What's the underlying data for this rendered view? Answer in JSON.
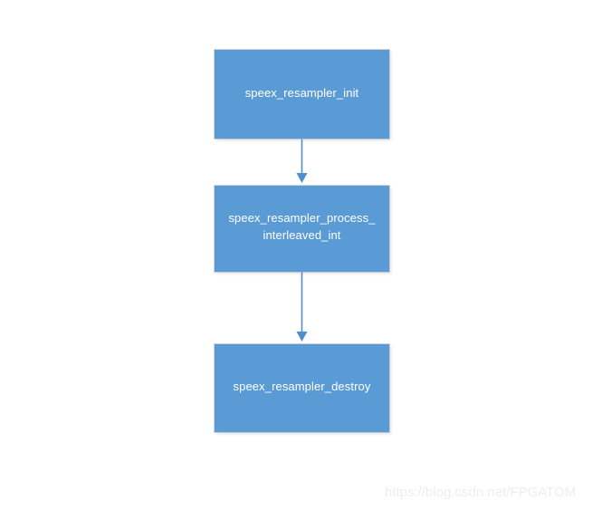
{
  "diagram": {
    "type": "flowchart",
    "orientation": "vertical-top-to-bottom",
    "background_color": "#ffffff",
    "node_fill_color": "#5B9BD5",
    "node_text_color": "#ffffff",
    "connector_color": "#4E8FCC",
    "nodes": [
      {
        "id": "init",
        "label": "speex_resampler_init",
        "shape": "rectangle"
      },
      {
        "id": "process",
        "label": "speex_resampler_process_\ninterleaved_int",
        "shape": "rectangle"
      },
      {
        "id": "destroy",
        "label": "speex_resampler_destroy",
        "shape": "rectangle"
      }
    ],
    "edges": [
      {
        "id": "edge-init-to-process",
        "from": "init",
        "to": "process",
        "arrow": "single"
      },
      {
        "id": "edge-process-to-destroy",
        "from": "process",
        "to": "destroy",
        "arrow": "single"
      }
    ]
  },
  "watermark": {
    "text": "https://blog.csdn.net/FPGATOM",
    "color": "#eeeeee"
  }
}
